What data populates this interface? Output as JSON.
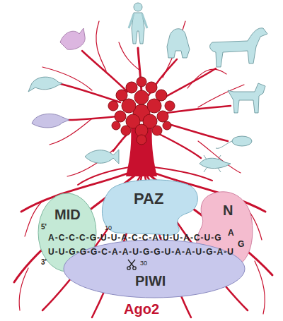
{
  "diagram": {
    "title": "Ago2",
    "nodes": [
      {
        "text": [
          "PAZ"
        ]
      },
      {
        "text": [
          "MID"
        ]
      },
      {
        "text": [
          "N"
        ]
      },
      {
        "text": [
          "PIWI"
        ]
      }
    ],
    "labels": [
      "5'",
      "3'",
      "10",
      "30",
      "A-C-C-C-G-U-U-A-C-C-A-U-U-A-C-U-G",
      "U-U-G-G-G-C-A-A-U-G-G-U-A-A-U-G-A-U",
      "A",
      "G"
    ]
  }
}
